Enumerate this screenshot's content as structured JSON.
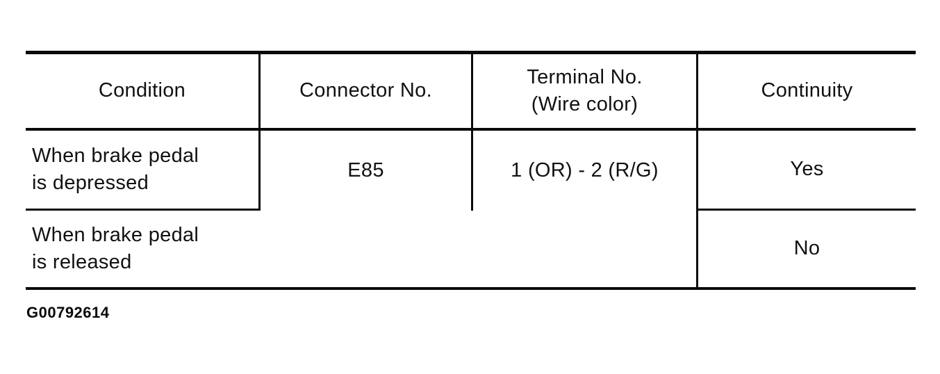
{
  "page": {
    "background_color": "#ffffff",
    "text_color": "#111111",
    "line_color": "#0a0a0a"
  },
  "table": {
    "header": {
      "condition": "Condition",
      "connector": "Connector No.",
      "terminal": "Terminal No.\n(Wire color)",
      "continuity": "Continuity"
    },
    "rows": [
      {
        "condition": "When brake pedal\nis depressed",
        "continuity": "Yes"
      },
      {
        "condition": "When brake pedal\nis released",
        "continuity": "No"
      }
    ],
    "spans": {
      "connector_no": "E85",
      "terminal_no": "1 (OR) - 2 (R/G)"
    }
  },
  "footer": {
    "figure_code": "G00792614"
  }
}
